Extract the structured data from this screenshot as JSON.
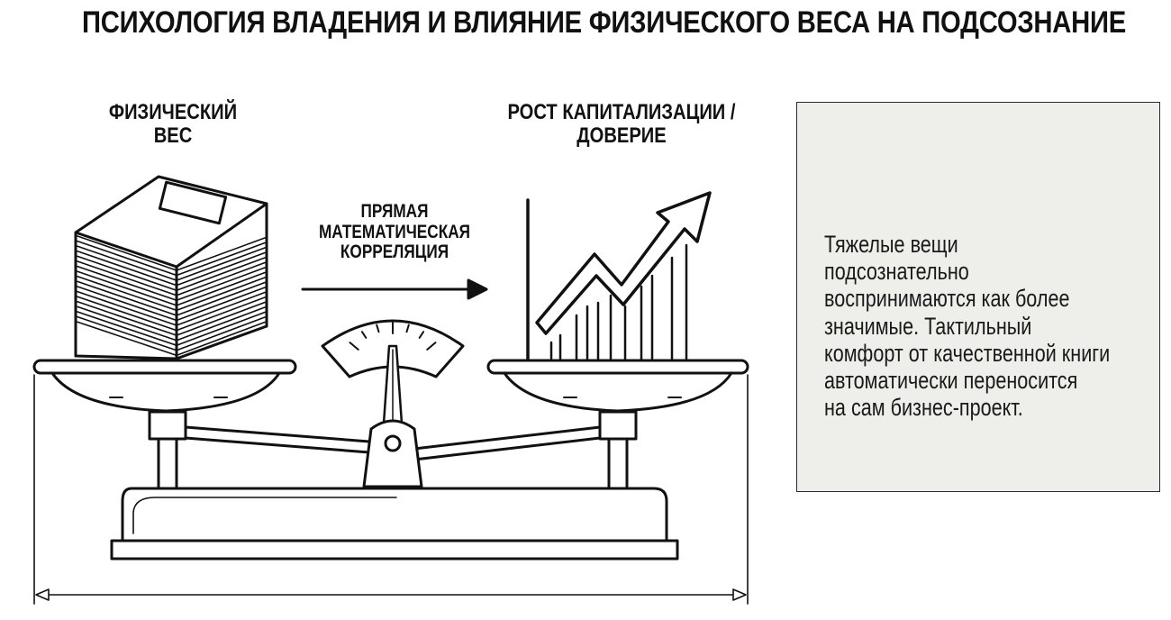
{
  "title": "ПСИХОЛОГИЯ ВЛАДЕНИЯ И ВЛИЯНИЕ ФИЗИЧЕСКОГО ВЕСА НА ПОДСОЗНАНИЕ",
  "left_label": [
    "ФИЗИЧЕСКИЙ",
    "ВЕС"
  ],
  "right_label": [
    "РОСТ КАПИТАЛИЗАЦИИ /",
    "ДОВЕРИЕ"
  ],
  "correlation_label": [
    "ПРЯМАЯ",
    "МАТЕМАТИЧЕСКАЯ",
    "КОРРЕЛЯЦИЯ"
  ],
  "note": [
    "Тяжелые вещи",
    "подсознательно",
    "воспринимаются как более",
    "значимые. Тактильный",
    "комфорт от качественной книги",
    "автоматически переносится",
    "на сам бизнес-проект."
  ],
  "colors": {
    "ink": "#111111",
    "note_bg": "#eeeeea",
    "page": "#ffffff"
  }
}
